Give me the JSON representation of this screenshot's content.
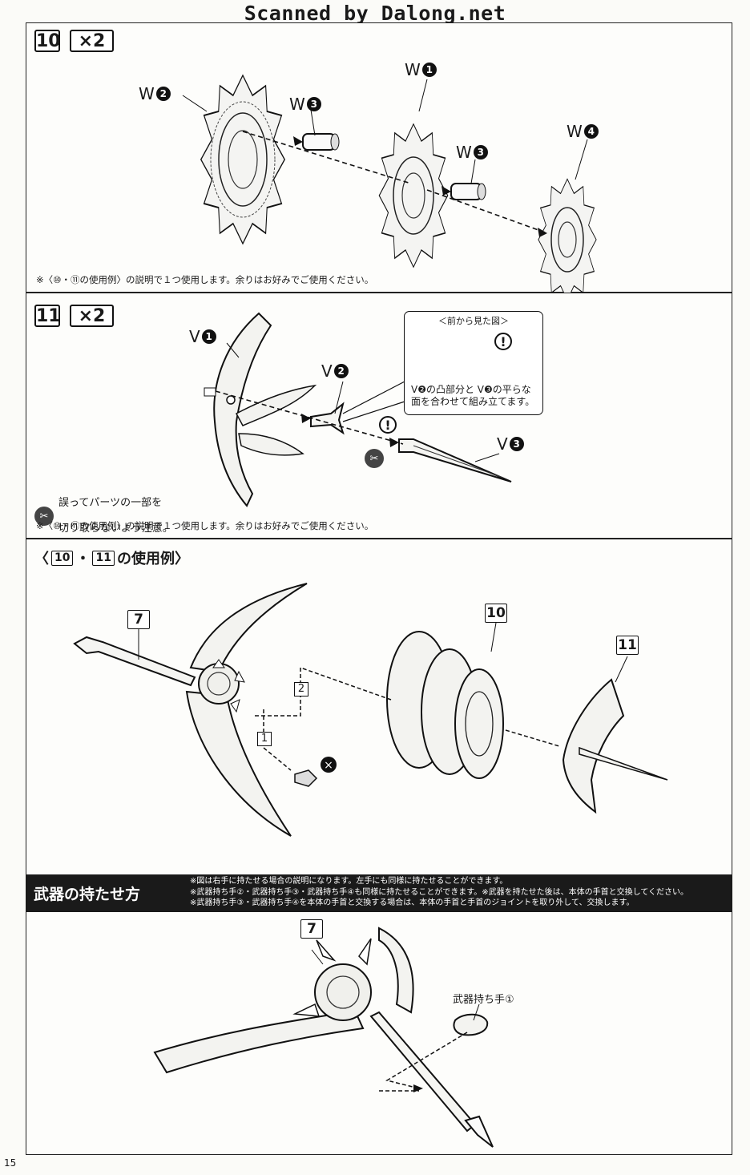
{
  "watermark": "Scanned by Dalong.net",
  "page_number": "15",
  "step10": {
    "number": "10",
    "count": "×2",
    "parts": {
      "w1": {
        "letter": "W",
        "num": "1"
      },
      "w2": {
        "letter": "W",
        "num": "2"
      },
      "w3a": {
        "letter": "W",
        "num": "3"
      },
      "w3b": {
        "letter": "W",
        "num": "3"
      },
      "w4": {
        "letter": "W",
        "num": "4"
      }
    },
    "note": "※〈⑩・⑪の使用例〉の説明で１つ使用します。余りはお好みでご使用ください。"
  },
  "step11": {
    "number": "11",
    "count": "×2",
    "parts": {
      "v1": {
        "letter": "V",
        "num": "1"
      },
      "v2": {
        "letter": "V",
        "num": "2"
      },
      "v3": {
        "letter": "V",
        "num": "3"
      }
    },
    "callout": {
      "title": "＜前から見た図＞",
      "line1": "V❷の凸部分と V❸の平らな",
      "line2": "面を合わせて組み立てます。"
    },
    "caution_line1": "誤ってパーツの一部を",
    "caution_line2": "切り取らないよう注意。",
    "note": "※〈⑩・⑪の使用例〉の説明で１つ使用します。余りはお好みでご使用ください。"
  },
  "example": {
    "title_open": "〈",
    "title_a": "10",
    "title_sep": "・",
    "title_b": "11",
    "title_rest": "の使用例〉",
    "label_7": "7",
    "label_10": "10",
    "label_11": "11",
    "step_1": "1",
    "step_2": "2"
  },
  "grip": {
    "title": "武器の持たせ方",
    "note1": "※図は右手に持たせる場合の説明になります。左手にも同様に持たせることができます。",
    "note2": "※武器持ち手②・武器持ち手③・武器持ち手④も同様に持たせることができます。※武器を持たせた後は、本体の手首と交換してください。",
    "note3": "※武器持ち手③・武器持ち手④を本体の手首と交換する場合は、本体の手首と手首のジョイントを取り外して、交換します。",
    "label_7": "7",
    "hand_label": "武器持ち手①"
  }
}
